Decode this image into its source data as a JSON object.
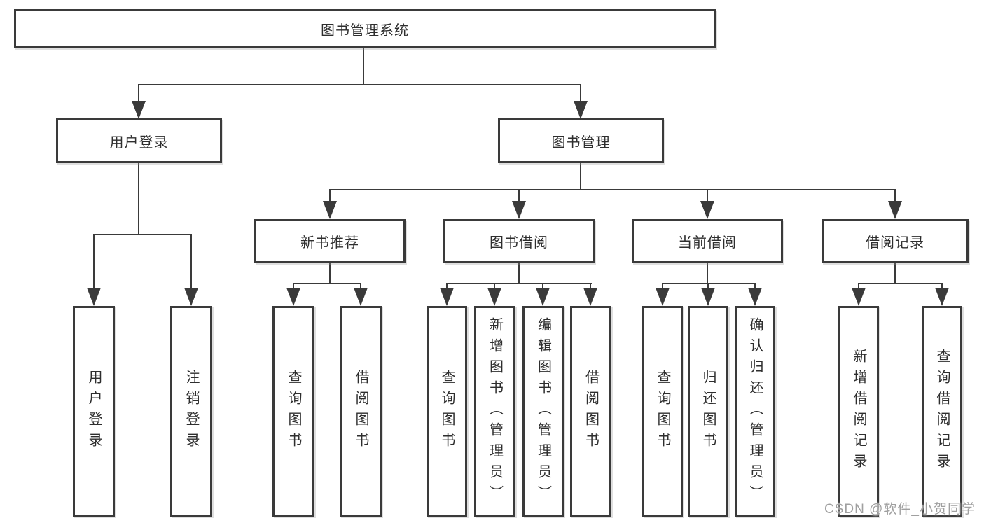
{
  "colors": {
    "line": "#3a3a3a",
    "watermark": "#a0a0a0"
  },
  "watermark": "CSDN @软件_小贺同学",
  "tree": {
    "label": "图书管理系统",
    "children": [
      {
        "label": "用户登录",
        "children": [
          {
            "label": "用户登录"
          },
          {
            "label": "注销登录"
          }
        ]
      },
      {
        "label": "图书管理",
        "children": [
          {
            "label": "新书推荐",
            "children": [
              {
                "label": "查询图书"
              },
              {
                "label": "借阅图书"
              }
            ]
          },
          {
            "label": "图书借阅",
            "children": [
              {
                "label": "查询图书"
              },
              {
                "label": "新增图书（管理员）"
              },
              {
                "label": "编辑图书（管理员）"
              },
              {
                "label": "借阅图书"
              }
            ]
          },
          {
            "label": "当前借阅",
            "children": [
              {
                "label": "查询图书"
              },
              {
                "label": "归还图书"
              },
              {
                "label": "确认归还（管理员）"
              }
            ]
          },
          {
            "label": "借阅记录",
            "children": [
              {
                "label": "新增借阅记录"
              },
              {
                "label": "查询借阅记录"
              }
            ]
          }
        ]
      }
    ]
  }
}
